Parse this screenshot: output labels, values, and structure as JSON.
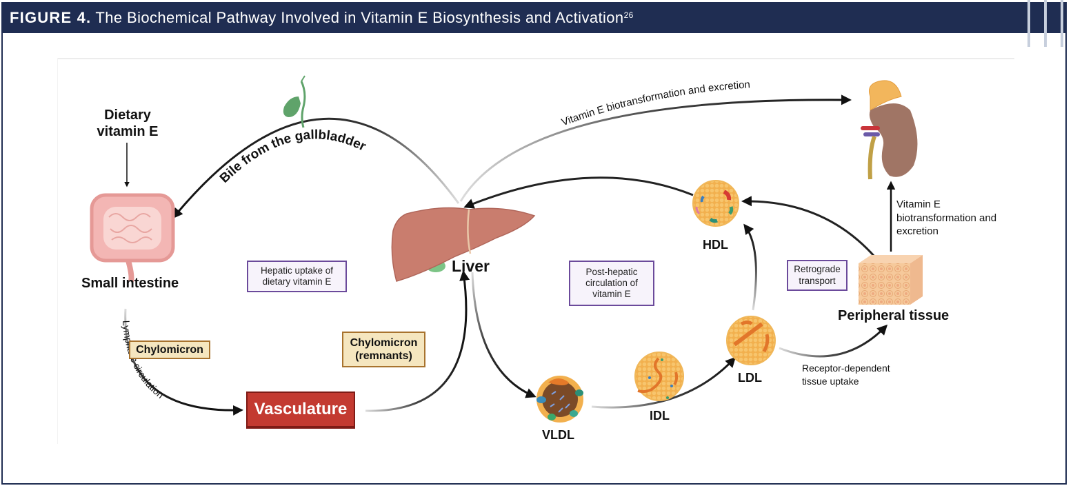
{
  "figure": {
    "label": "FIGURE 4.",
    "title": "The Biochemical Pathway Involved in Vitamin E Biosynthesis and Activation",
    "reference": "26"
  },
  "nodes": {
    "dietary_vitamin_e": "Dietary vitamin E",
    "small_intestine": "Small intestine",
    "liver": "Liver",
    "vasculature": "Vasculature",
    "vldl": "VLDL",
    "idl": "IDL",
    "ldl": "LDL",
    "hdl": "HDL",
    "peripheral_tissue": "Peripheral tissue"
  },
  "boxes": {
    "hepatic_uptake": "Hepatic uptake of dietary vitamin E",
    "post_hepatic": "Post-hepatic circulation of vitamin E",
    "retrograde": "Retrograde transport",
    "chylomicron": "Chylomicron",
    "chylomicron_remnants": "Chylomicron (remnants)"
  },
  "edges": {
    "bile": "Bile from the gallbladder",
    "lymphatic": "Lymphatic circulation",
    "biotransformation_top": "Vitamin E biotransformation and excretion",
    "biotransformation_side": "Vitamin E biotransformation and excretion",
    "receptor_uptake": "Receptor-dependent tissue uptake"
  },
  "icons": [
    "gallbladder-icon",
    "intestine-icon",
    "liver-icon",
    "kidney-icon",
    "vldl-particle-icon",
    "idl-particle-icon",
    "ldl-particle-icon",
    "hdl-particle-icon",
    "tissue-cube-icon"
  ],
  "colors": {
    "header_bg": "#1f2d52",
    "purple_box_border": "#6b4a9b",
    "tan_box_border": "#a8732e",
    "vasculature_red": "#c33a31"
  }
}
